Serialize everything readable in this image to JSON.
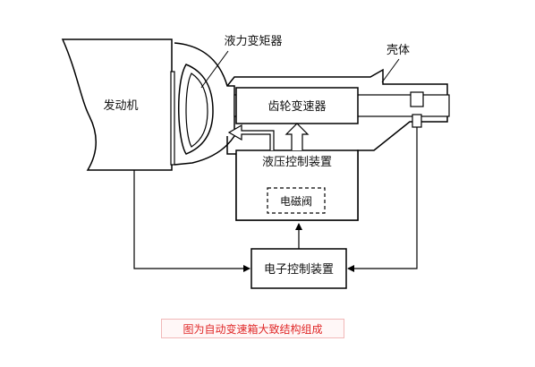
{
  "diagram": {
    "labels": {
      "engine": "发动机",
      "torque_converter": "液力变矩器",
      "housing": "壳体",
      "gearbox": "齿轮变速器",
      "hydraulic_control": "液压控制装置",
      "solenoid_valve": "电磁阀",
      "electronic_control": "电子控制装置"
    },
    "caption": "图为自动变速箱大致结构组成"
  },
  "colors": {
    "line": "#000000",
    "caption_text": "#e02828",
    "caption_border": "#f1b8b8",
    "caption_background": "#fff7f7"
  }
}
